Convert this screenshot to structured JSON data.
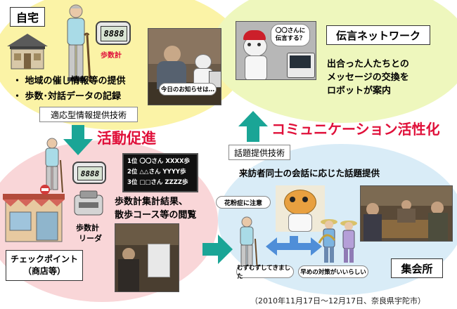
{
  "home": {
    "title": "自宅",
    "pedometer_label": "歩数計",
    "pedometer_display": "8888",
    "bullets": [
      "・ 地域の催し情報等の提供",
      "・ 歩数･対話データの記録"
    ],
    "photo_caption": "今日のお知らせは…"
  },
  "network": {
    "title": "伝言ネットワーク",
    "bubble": "〇〇さんに伝言する？",
    "desc": [
      "出合った人たちとの",
      "メッセージの交換を",
      "ロボットが案内"
    ]
  },
  "tech_adaptive": "適応型情報提供技術",
  "activity_promotion": "活動促進",
  "communication_activation": "コミュニケーション活性化",
  "tech_topic": "話題提供技術",
  "checkpoint": {
    "title_lines": [
      "チェックポイント",
      "（商店等）"
    ],
    "reader_label": [
      "歩数計",
      "リーダ"
    ],
    "pedometer_display": "8888",
    "ranking": [
      "1位 〇〇さん XXXX歩",
      "2位 △△さん YYYY歩",
      "3位 □□さん ZZZZ歩"
    ],
    "desc": [
      "歩数計集計結果、",
      "散歩コース等の閲覧"
    ]
  },
  "meeting": {
    "title": "集会所",
    "heading": "来訪者同士の会話に応じた話題提供",
    "robot_bubble": "花粉症に注意",
    "speech_left": "むずむずしてきました",
    "speech_right": "早めの対策がいいらしい"
  },
  "footnote": "（2010年11月17日～12月17日、奈良県宇陀市）",
  "colors": {
    "home_bg": "#fbf3a6",
    "network_bg": "#eaf6b8",
    "checkpoint_bg": "#f9d6d8",
    "meeting_bg": "#d6eaf6",
    "accent_red": "#e0103a",
    "arrow_teal": "#1aa596",
    "arrow_blue": "#4f8ed8"
  }
}
